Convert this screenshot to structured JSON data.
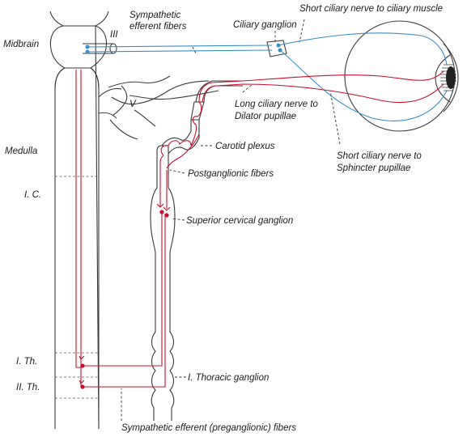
{
  "colors": {
    "sympathetic": "#c8102e",
    "parasympathetic": "#3a8fc4",
    "outline": "#3a3a3a",
    "background": "#ffffff"
  },
  "labels": {
    "midbrain": "Midbrain",
    "cranial_nerve_3": "III",
    "cranial_nerve_5": "V",
    "medulla": "Medulla",
    "ic": "I. C.",
    "ith": "I. Th.",
    "iith": "II. Th.",
    "sympathetic_efferent_1": "Sympathetic",
    "sympathetic_efferent_2": "efferent fibers",
    "ciliary_ganglion": "Ciliary ganglion",
    "short_ciliary_muscle": "Short ciliary nerve to ciliary muscle",
    "long_ciliary_1": "Long ciliary nerve to",
    "long_ciliary_2": "Dilator pupillae",
    "short_ciliary_sphincter_1": "Short ciliary nerve to",
    "short_ciliary_sphincter_2": "Sphincter pupillae",
    "carotid_plexus": "Carotid plexus",
    "postganglionic": "Postganglionic fibers",
    "superior_cervical": "Superior cervical ganglion",
    "thoracic_ganglion": "I. Thoracic ganglion",
    "preganglionic": "Sympathetic efferent (preganglionic) fibers"
  }
}
